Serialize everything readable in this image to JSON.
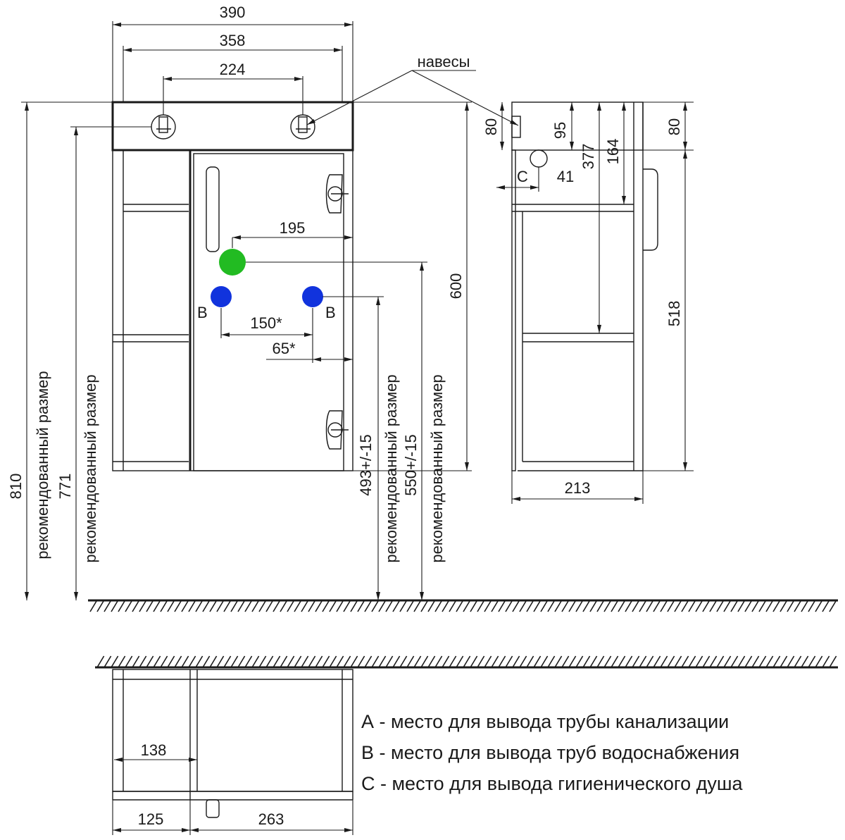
{
  "colors": {
    "drain": "#22bb22",
    "water": "#1133dd",
    "line": "#1a1a1a"
  },
  "icons": {
    "drain_point": "green-circle",
    "water_point": "blue-circle",
    "hanger": "hanger-icon",
    "hinge": "hinge-icon",
    "handle": "handle-icon",
    "floor": "hatched-floor"
  },
  "front_view": {
    "dims": {
      "width_overall": "390",
      "width_inner": "358",
      "hanger_spacing": "224",
      "drain_offset": "195",
      "water_spacing": "150*",
      "water_offset": "65*",
      "body_height": "600",
      "rec_810": "810",
      "rec_771": "771",
      "rec_493": "493+/-15",
      "rec_550": "550+/-15"
    },
    "rec_text": "рекомендованный размер",
    "hangers_label": "навесы",
    "water_label_left": "B",
    "water_label_right": "B"
  },
  "side_view": {
    "dims": {
      "top_80_left": "80",
      "top_80_right": "80",
      "d95": "95",
      "d377": "377",
      "d164": "164",
      "d41": "41",
      "d518": "518",
      "depth": "213"
    },
    "c_label": "C"
  },
  "plan_view": {
    "dims": {
      "d138": "138",
      "d125": "125",
      "d263": "263"
    }
  },
  "legend": [
    "А - место для вывода трубы канализации",
    "В - место для вывода труб водоснабжения",
    "С - место для вывода гигиенического душа"
  ]
}
